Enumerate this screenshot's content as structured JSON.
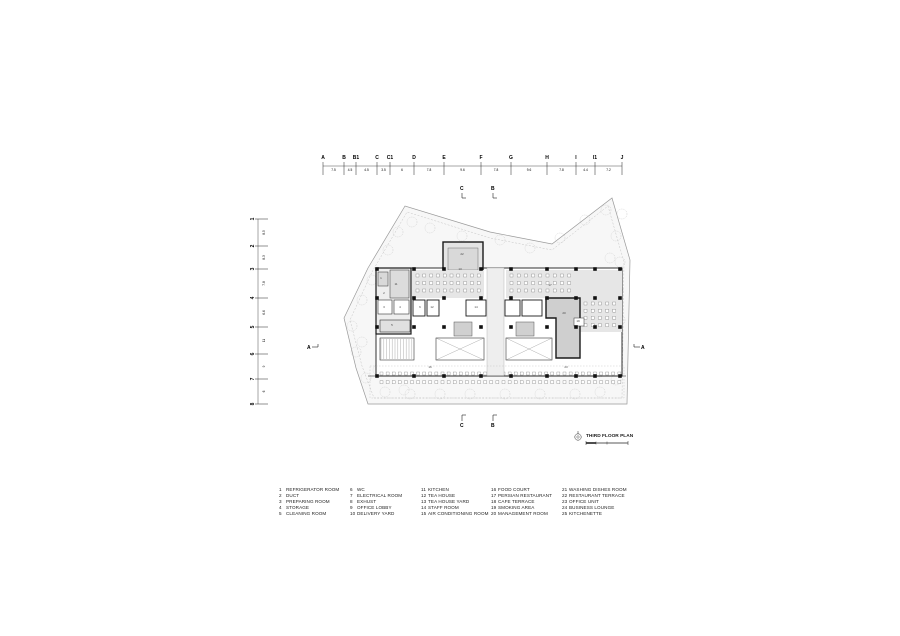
{
  "drawing": {
    "title": "THIRD FLOOR PLAN",
    "column_grid": [
      {
        "label": "A"
      },
      {
        "label": "B"
      },
      {
        "label": "B1"
      },
      {
        "label": "C"
      },
      {
        "label": "C1"
      },
      {
        "label": "D"
      },
      {
        "label": "E"
      },
      {
        "label": "F"
      },
      {
        "label": "G"
      },
      {
        "label": "H"
      },
      {
        "label": "I"
      },
      {
        "label": "I1"
      },
      {
        "label": "J"
      }
    ],
    "column_dimensions": [
      "7.5",
      "4.5",
      "4.5",
      "3.5",
      "6",
      "7.8",
      "9.6",
      "7.8",
      "9.6",
      "7.8",
      "4.4",
      "7.2"
    ],
    "row_grid": [
      {
        "label": "1"
      },
      {
        "label": "2"
      },
      {
        "label": "3"
      },
      {
        "label": "4"
      },
      {
        "label": "5"
      },
      {
        "label": "6"
      },
      {
        "label": "7"
      },
      {
        "label": "8"
      }
    ],
    "row_dimensions": [
      "8.5",
      "8.3",
      "7.8",
      "6.6",
      "11",
      "9",
      "6"
    ],
    "section_marks": {
      "top_c": "C",
      "top_b": "B",
      "left_a": "A",
      "right_a": "A",
      "bottom_c": "C",
      "bottom_b": "B"
    },
    "room_numbers": [
      "22",
      "11",
      "13",
      "1",
      "2",
      "3",
      "4",
      "5",
      "6",
      "12",
      "14",
      "17",
      "20",
      "19",
      "16",
      "23"
    ]
  },
  "legend": [
    [
      {
        "num": "1",
        "name": "REFRIGERATOR ROOM"
      },
      {
        "num": "2",
        "name": "DUCT"
      },
      {
        "num": "3",
        "name": "PREPARING ROOM"
      },
      {
        "num": "4",
        "name": "STORAGE"
      },
      {
        "num": "5",
        "name": "CLEANING ROOM"
      }
    ],
    [
      {
        "num": "6",
        "name": "WC"
      },
      {
        "num": "7",
        "name": "ELECTRICAL ROOM"
      },
      {
        "num": "8",
        "name": "EXHUST"
      },
      {
        "num": "9",
        "name": "OFFICE LOBBY"
      },
      {
        "num": "10",
        "name": "DELIVERY YARD"
      }
    ],
    [
      {
        "num": "11",
        "name": "KITCHEN"
      },
      {
        "num": "12",
        "name": "TEA HOUSE"
      },
      {
        "num": "13",
        "name": "TEA HOUSE YARD"
      },
      {
        "num": "14",
        "name": "STAFF ROOM"
      },
      {
        "num": "15",
        "name": "AIR CONDITIONING ROOM"
      }
    ],
    [
      {
        "num": "16",
        "name": "FOOD COURT"
      },
      {
        "num": "17",
        "name": "PERSIAN RESTAURANT"
      },
      {
        "num": "18",
        "name": "CAFE TERRACE"
      },
      {
        "num": "19",
        "name": "SMOKING AREA"
      },
      {
        "num": "20",
        "name": "MANAGEMENT ROOM"
      }
    ],
    [
      {
        "num": "21",
        "name": "WASHING DISHES ROOM"
      },
      {
        "num": "22",
        "name": "RESTAURANT TERRACE"
      },
      {
        "num": "23",
        "name": "OFFICE UNIT"
      },
      {
        "num": "24",
        "name": "BUSINESS LOUNGE"
      },
      {
        "num": "25",
        "name": "KITCHENETTE"
      }
    ]
  ],
  "colors": {
    "ink": "#222222",
    "wall": "#1a1a1a",
    "floor_fill": "#e6e6e6",
    "dark_fill": "#cfcfcf",
    "landscape": "#bdbdbd"
  }
}
